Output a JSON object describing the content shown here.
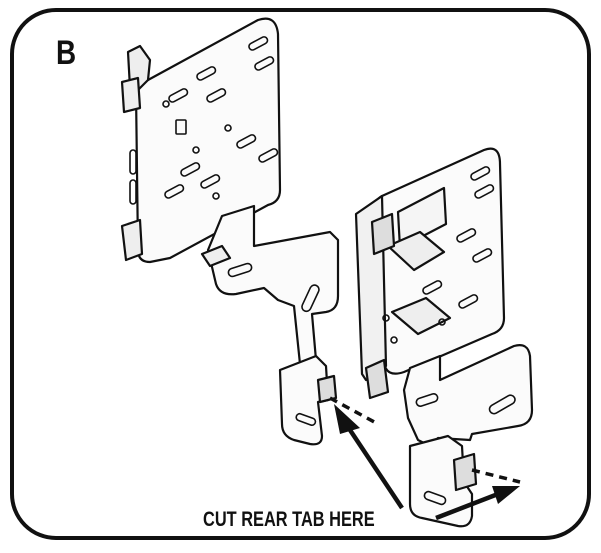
{
  "step": {
    "label": "B"
  },
  "callout": {
    "text": "CUT REAR TAB HERE"
  },
  "colors": {
    "ink": "#111111",
    "paper": "#ffffff",
    "panel": "#f2f2f2"
  },
  "parts": [
    "left-mounting-bracket",
    "right-mounting-bracket",
    "left-rear-tab",
    "right-rear-tab"
  ]
}
